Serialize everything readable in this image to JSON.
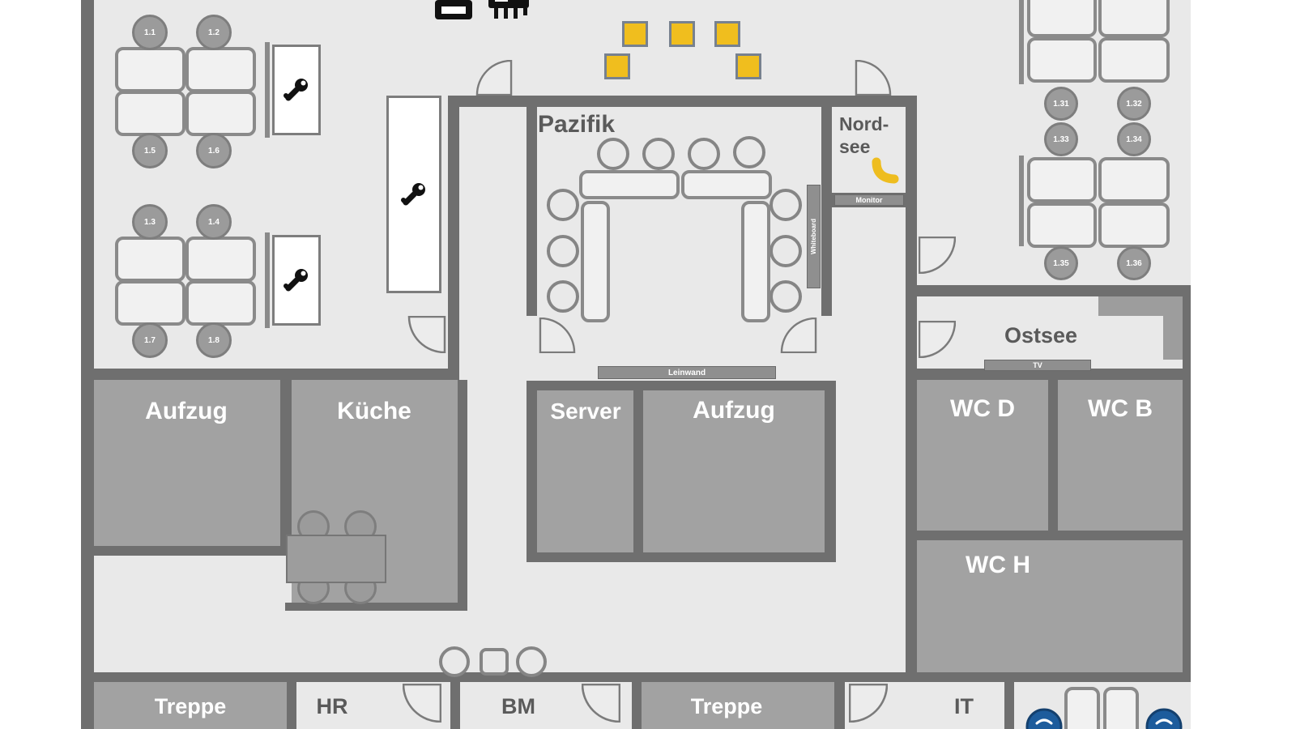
{
  "floorplan": {
    "rooms": {
      "pazifik": "Pazifik",
      "nordsee_line1": "Nord-",
      "nordsee_line2": "see",
      "ostsee": "Ostsee",
      "server": "Server",
      "aufzug_left": "Aufzug",
      "aufzug_center": "Aufzug",
      "kueche": "Küche",
      "wc_d": "WC D",
      "wc_b": "WC B",
      "wc_h": "WC H",
      "treppe_left": "Treppe",
      "treppe_right": "Treppe",
      "hr": "HR",
      "bm": "BM",
      "it": "IT"
    },
    "equipment": {
      "whiteboard": "Whiteboard",
      "leinwand": "Leinwand",
      "monitor": "Monitor",
      "tv": "TV"
    },
    "seats_left": {
      "a_tl": "1.1",
      "a_tr": "1.2",
      "a_bl": "1.5",
      "a_br": "1.6",
      "b_tl": "1.3",
      "b_tr": "1.4",
      "b_bl": "1.7",
      "b_br": "1.8"
    },
    "seats_right": {
      "c_bl": "1.31",
      "c_br": "1.32",
      "d_tl": "1.33",
      "d_tr": "1.34",
      "d_bl": "1.35",
      "d_br": "1.36"
    },
    "icons": {
      "printer": "printer-icon",
      "key": "key-icon",
      "phone": "phone-icon",
      "occupied_seat": "person-seat-icon"
    },
    "colors": {
      "wall": "#6f6f6f",
      "floor": "#e9e9e9",
      "room_fill": "#a2a2a2",
      "desk_fill": "#f1f1f1",
      "accent_yellow": "#f0be1e",
      "seat_blue": "#1d5c9c",
      "label_dark": "#5a5a5a",
      "label_light": "#ffffff"
    }
  }
}
